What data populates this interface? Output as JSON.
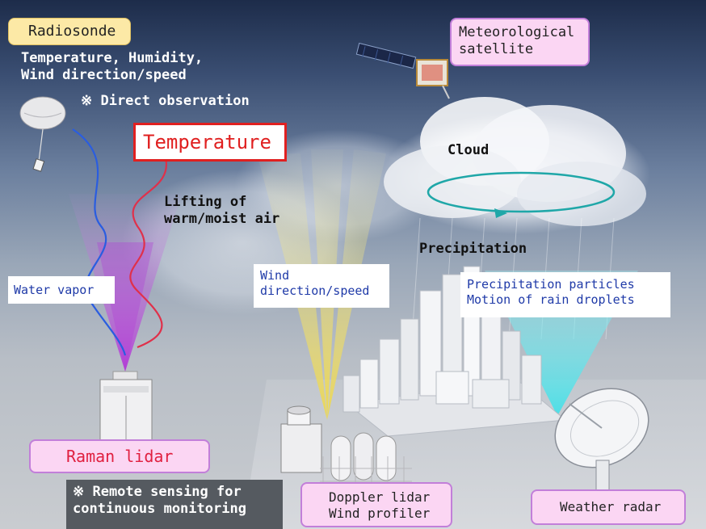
{
  "labels": {
    "radiosonde": "Radiosonde",
    "radiosonde_obs": "Temperature, Humidity,\nWind direction/speed",
    "direct_obs": "※ Direct observation",
    "satellite": "Meteorological\nsatellite",
    "temperature": "Temperature",
    "lifting": "Lifting of\nwarm/moist air",
    "cloud": "Cloud",
    "precipitation": "Precipitation",
    "water_vapor": "Water vapor",
    "wind": "Wind\ndirection/speed",
    "precip_particles": "Precipitation particles\nMotion of rain droplets",
    "raman_lidar": "Raman lidar",
    "remote_sensing": "※ Remote sensing for\ncontinuous monitoring",
    "doppler": "Doppler lidar\nWind profiler",
    "weather_radar": "Weather radar"
  },
  "colors": {
    "pink_box": "#fbd6f3",
    "pink_border": "#c27fd9",
    "yellow_box": "#fce9a6",
    "temperature_red": "#e02020",
    "raman_red": "#e02040",
    "blue_text": "#1f3aa8",
    "vapor_beam": "#b23bd6",
    "wind_beam": "#f2d93a",
    "radar_beam": "#3fe0e8",
    "cloud_arrow": "#1fa7a8"
  },
  "icons": {
    "radiosonde_balloon": "radiosonde-balloon-icon",
    "satellite": "satellite-icon",
    "city": "city-buildings-icon",
    "raman_lidar": "lidar-building-icon",
    "doppler": "doppler-lidar-icon",
    "radar_dish": "radar-dish-icon"
  }
}
